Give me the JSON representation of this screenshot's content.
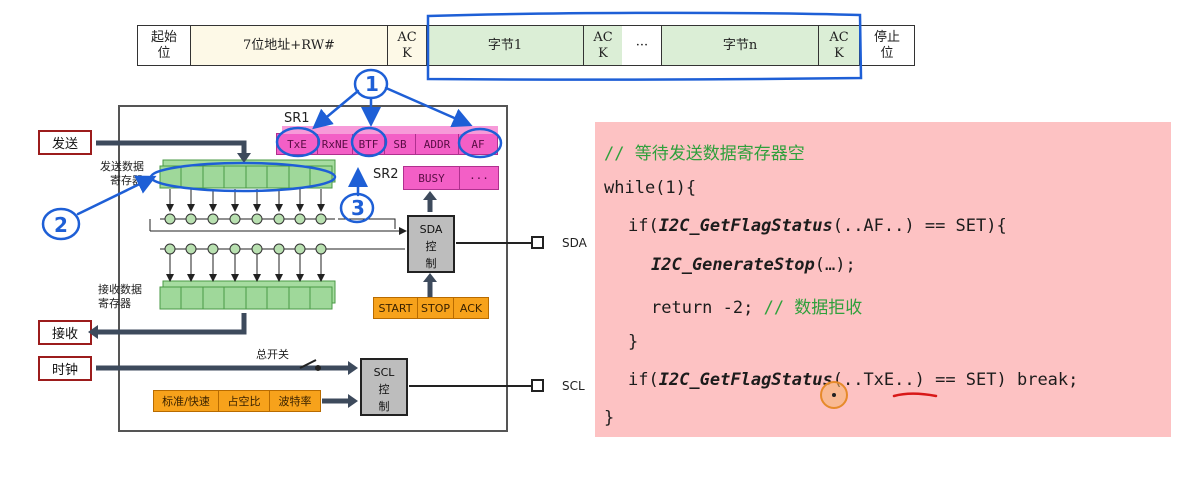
{
  "frame": {
    "start": [
      "起始",
      "位"
    ],
    "address": "7位地址+RW#",
    "ack": [
      "AC",
      "K"
    ],
    "byte1": "字节1",
    "ellipsis": "···",
    "byten": "字节n",
    "stop": [
      "停止",
      "位"
    ]
  },
  "diagram": {
    "sr1_label": "SR1",
    "sr2_label": "SR2",
    "sr1_bits": [
      "TxE",
      "RxNE",
      "BTF",
      "SB",
      "ADDR",
      "AF"
    ],
    "sr2_bits": [
      "BUSY",
      "···"
    ],
    "tx_reg_label": [
      "发送数据",
      "寄存器"
    ],
    "rx_reg_label": [
      "接收数据",
      "寄存器"
    ],
    "sda_ctrl": [
      "SDA",
      "控",
      "制"
    ],
    "scl_ctrl": [
      "SCL",
      "控",
      "制"
    ],
    "sda_pin": "SDA",
    "scl_pin": "SCL",
    "cond_cells": [
      "START",
      "STOP",
      "ACK"
    ],
    "speed_cells": [
      "标准/快速",
      "占空比",
      "波特率"
    ],
    "main_switch": "总开关",
    "btn_send": "发送",
    "btn_receive": "接收",
    "btn_clock": "时钟"
  },
  "annotations": {
    "n1": "1",
    "n2": "2",
    "n3": "3",
    "colors": {
      "ink": "#1e5fd6",
      "red_underline": "#d81818",
      "cursor": "#e68a2a"
    }
  },
  "code": {
    "comment1": "// 等待发送数据寄存器空",
    "line_while": "while(1){",
    "if_pre": "if(",
    "if_fn": "I2C_GetFlagStatus",
    "if_post": "(..AF..) == SET){",
    "gen_fn": "I2C_GenerateStop",
    "gen_post": "(…);",
    "ret": "return -2; ",
    "ret_comment": "// 数据拒收",
    "close_inner": "}",
    "if2_pre": "if(",
    "if2_fn": "I2C_GetFlagStatus",
    "if2_mid": "(..",
    "if2_txe": "TxE",
    "if2_post": "..) == SET) break;",
    "close_outer": "}"
  },
  "colors": {
    "code_bg": "#fdc2c3",
    "comment": "#2fa03c",
    "sr_pink": "#f35fc6",
    "orange": "#f7a21b",
    "reg_green": "#9fd89a"
  }
}
